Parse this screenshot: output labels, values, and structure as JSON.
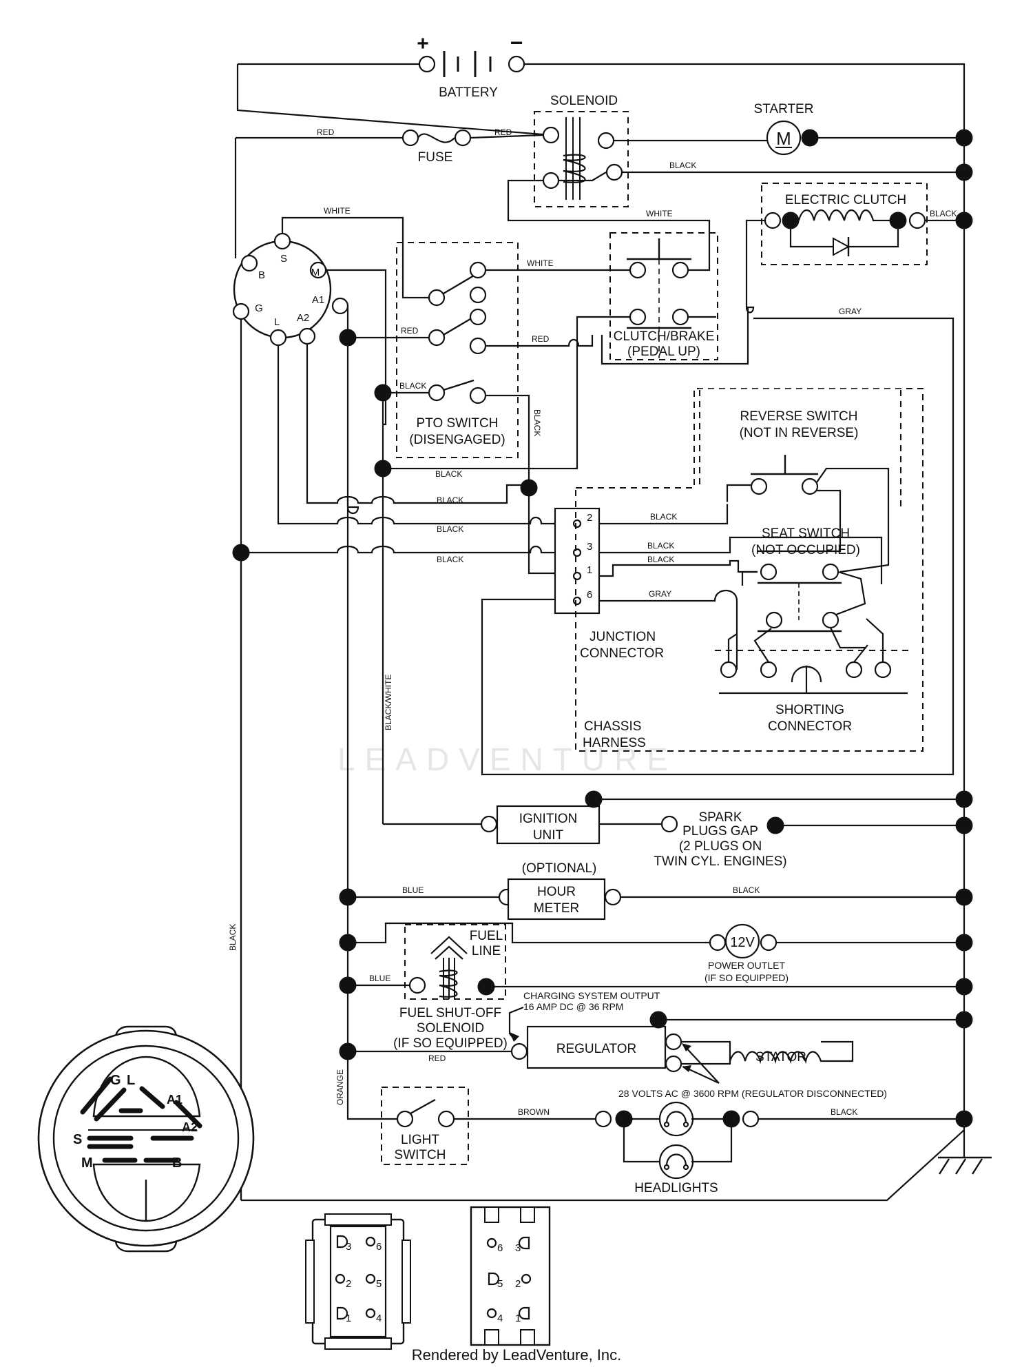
{
  "labels": {
    "battery": "BATTERY",
    "battery_plus": "+",
    "battery_minus": "−",
    "solenoid": "SOLENOID",
    "starter": "STARTER",
    "starter_motor": "M",
    "fuse": "FUSE",
    "electric_clutch": "ELECTRIC CLUTCH",
    "pto_switch_1": "PTO SWITCH",
    "pto_switch_2": "(DISENGAGED)",
    "clutch_brake_1": "CLUTCH/BRAKE",
    "clutch_brake_2": "(PEDAL UP)",
    "reverse_switch_1": "REVERSE SWITCH",
    "reverse_switch_2": "(NOT IN REVERSE)",
    "seat_switch_1": "SEAT SWITCH",
    "seat_switch_2": "(NOT OCCUPIED)",
    "junction_1": "JUNCTION",
    "junction_2": "CONNECTOR",
    "shorting_1": "SHORTING",
    "shorting_2": "CONNECTOR",
    "chassis_1": "CHASSIS",
    "chassis_2": "HARNESS",
    "ignition_1": "IGNITION",
    "ignition_2": "UNIT",
    "spark_1": "SPARK",
    "spark_2": "PLUGS GAP",
    "spark_3": "(2 PLUGS ON",
    "spark_4": "TWIN CYL. ENGINES)",
    "optional": "(OPTIONAL)",
    "hour_1": "HOUR",
    "hour_2": "METER",
    "fuel_line_1": "FUEL",
    "fuel_line_2": "LINE",
    "outlet_symbol": "12V",
    "outlet_1": "POWER OUTLET",
    "outlet_2": "(IF SO EQUIPPED)",
    "fuel_sol_1": "FUEL SHUT-OFF",
    "fuel_sol_2": "SOLENOID",
    "fuel_sol_3": "(IF SO EQUIPPED)",
    "charging_1": "CHARGING SYSTEM OUTPUT",
    "charging_2": "16 AMP DC @ 36 RPM",
    "regulator": "REGULATOR",
    "stator": "STATOR",
    "volts_ac": "28 VOLTS AC @ 3600 RPM (REGULATOR DISCONNECTED)",
    "light_1": "LIGHT",
    "light_2": "SWITCH",
    "headlights": "HEADLIGHTS",
    "footer": "Rendered by LeadVenture, Inc.",
    "watermark": "LEADVENTURE"
  },
  "wires": {
    "red": "RED",
    "black": "BLACK",
    "white": "WHITE",
    "gray": "GRAY",
    "blue": "BLUE",
    "orange": "ORANGE",
    "brown": "BROWN",
    "black_white": "BLACK/WHITE"
  },
  "ignition_terminals": [
    "S",
    "B",
    "M",
    "G",
    "A1",
    "L",
    "A2"
  ],
  "junction_pins": [
    "2",
    "3",
    "1",
    "6"
  ],
  "plug_face_letters": [
    "G",
    "L",
    "A1",
    "S",
    "A2",
    "M",
    "B"
  ],
  "connector_left_pins": [
    "3",
    "6",
    "2",
    "5",
    "1",
    "4"
  ],
  "connector_right_pins": [
    "6",
    "3",
    "5",
    "2",
    "4",
    "1"
  ]
}
